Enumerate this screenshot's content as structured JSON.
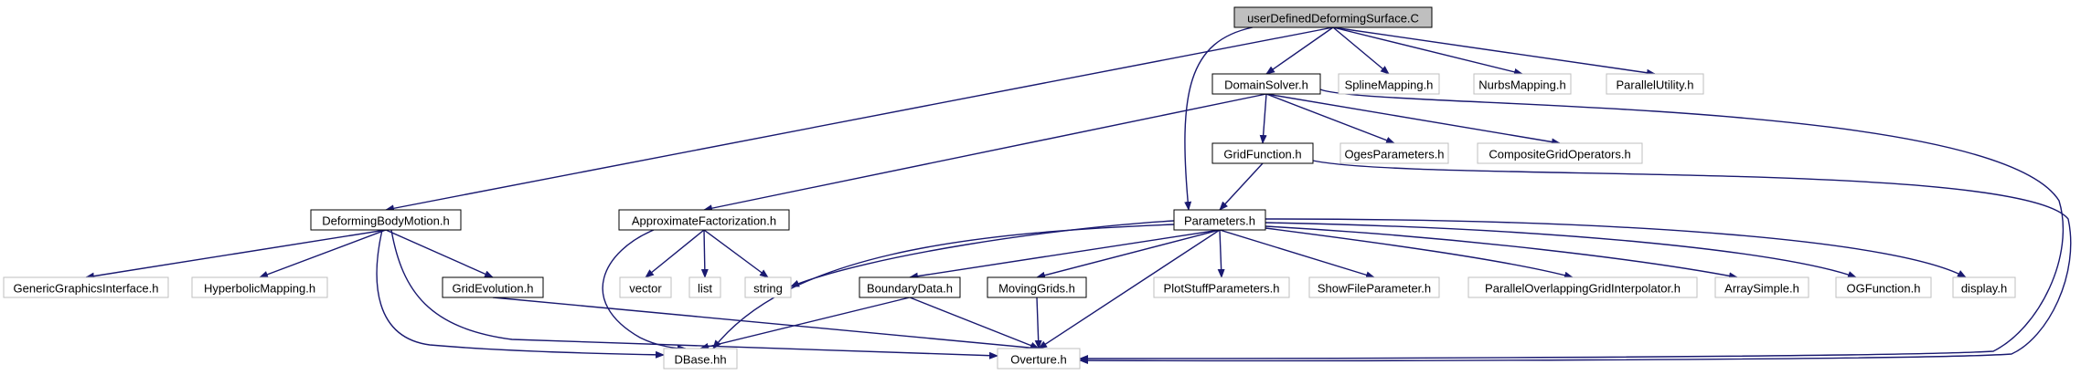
{
  "colors": {
    "edge": "#191970",
    "root_fill": "#bfbfbf",
    "root_border": "#000000",
    "documented_border": "#000000",
    "undocumented_border": "#bfbfbf",
    "node_fill": "#ffffff"
  },
  "nodes": [
    {
      "id": "root",
      "label": "userDefinedDeformingSurface.C",
      "kind": "root"
    },
    {
      "id": "domainsolver",
      "label": "DomainSolver.h",
      "kind": "documented"
    },
    {
      "id": "splinemapping",
      "label": "SplineMapping.h",
      "kind": "external"
    },
    {
      "id": "nurbsmapping",
      "label": "NurbsMapping.h",
      "kind": "external"
    },
    {
      "id": "parallelutility",
      "label": "ParallelUtility.h",
      "kind": "external"
    },
    {
      "id": "gridfunction",
      "label": "GridFunction.h",
      "kind": "documented"
    },
    {
      "id": "ogesparameters",
      "label": "OgesParameters.h",
      "kind": "external"
    },
    {
      "id": "compositegridoperators",
      "label": "CompositeGridOperators.h",
      "kind": "external"
    },
    {
      "id": "deformingbodymotion",
      "label": "DeformingBodyMotion.h",
      "kind": "documented"
    },
    {
      "id": "approximatefactorization",
      "label": "ApproximateFactorization.h",
      "kind": "documented"
    },
    {
      "id": "parameters",
      "label": "Parameters.h",
      "kind": "documented"
    },
    {
      "id": "genericgraphicsinterface",
      "label": "GenericGraphicsInterface.h",
      "kind": "external"
    },
    {
      "id": "hyperbolicmapping",
      "label": "HyperbolicMapping.h",
      "kind": "external"
    },
    {
      "id": "gridevolution",
      "label": "GridEvolution.h",
      "kind": "documented"
    },
    {
      "id": "vector",
      "label": "vector",
      "kind": "external"
    },
    {
      "id": "list",
      "label": "list",
      "kind": "external"
    },
    {
      "id": "string",
      "label": "string",
      "kind": "external"
    },
    {
      "id": "boundarydata",
      "label": "BoundaryData.h",
      "kind": "documented"
    },
    {
      "id": "movinggrids",
      "label": "MovingGrids.h",
      "kind": "documented"
    },
    {
      "id": "plotstuffparameters",
      "label": "PlotStuffParameters.h",
      "kind": "external"
    },
    {
      "id": "showfileparameter",
      "label": "ShowFileParameter.h",
      "kind": "external"
    },
    {
      "id": "paralleloverlapping",
      "label": "ParallelOverlappingGridInterpolator.h",
      "kind": "external"
    },
    {
      "id": "arraysimple",
      "label": "ArraySimple.h",
      "kind": "external"
    },
    {
      "id": "ogfunction",
      "label": "OGFunction.h",
      "kind": "external"
    },
    {
      "id": "display",
      "label": "display.h",
      "kind": "external"
    },
    {
      "id": "dbase",
      "label": "DBase.hh",
      "kind": "external"
    },
    {
      "id": "overture",
      "label": "Overture.h",
      "kind": "external"
    }
  ],
  "edges": [
    {
      "from": "root",
      "to": "deformingbodymotion"
    },
    {
      "from": "root",
      "to": "domainsolver"
    },
    {
      "from": "root",
      "to": "parameters"
    },
    {
      "from": "root",
      "to": "splinemapping"
    },
    {
      "from": "root",
      "to": "nurbsmapping"
    },
    {
      "from": "root",
      "to": "parallelutility"
    },
    {
      "from": "domainsolver",
      "to": "approximatefactorization"
    },
    {
      "from": "domainsolver",
      "to": "gridfunction"
    },
    {
      "from": "domainsolver",
      "to": "ogesparameters"
    },
    {
      "from": "domainsolver",
      "to": "compositegridoperators"
    },
    {
      "from": "domainsolver",
      "to": "overture"
    },
    {
      "from": "gridfunction",
      "to": "parameters"
    },
    {
      "from": "gridfunction",
      "to": "overture"
    },
    {
      "from": "deformingbodymotion",
      "to": "genericgraphicsinterface"
    },
    {
      "from": "deformingbodymotion",
      "to": "hyperbolicmapping"
    },
    {
      "from": "deformingbodymotion",
      "to": "gridevolution"
    },
    {
      "from": "deformingbodymotion",
      "to": "dbase"
    },
    {
      "from": "deformingbodymotion",
      "to": "overture"
    },
    {
      "from": "gridevolution",
      "to": "overture"
    },
    {
      "from": "approximatefactorization",
      "to": "vector"
    },
    {
      "from": "approximatefactorization",
      "to": "list"
    },
    {
      "from": "approximatefactorization",
      "to": "string"
    },
    {
      "from": "approximatefactorization",
      "to": "dbase"
    },
    {
      "from": "parameters",
      "to": "string"
    },
    {
      "from": "parameters",
      "to": "dbase"
    },
    {
      "from": "parameters",
      "to": "boundarydata"
    },
    {
      "from": "parameters",
      "to": "movinggrids"
    },
    {
      "from": "parameters",
      "to": "overture"
    },
    {
      "from": "parameters",
      "to": "plotstuffparameters"
    },
    {
      "from": "parameters",
      "to": "showfileparameter"
    },
    {
      "from": "parameters",
      "to": "paralleloverlapping"
    },
    {
      "from": "parameters",
      "to": "arraysimple"
    },
    {
      "from": "parameters",
      "to": "ogfunction"
    },
    {
      "from": "parameters",
      "to": "display"
    },
    {
      "from": "boundarydata",
      "to": "dbase"
    },
    {
      "from": "boundarydata",
      "to": "overture"
    },
    {
      "from": "movinggrids",
      "to": "overture"
    }
  ]
}
